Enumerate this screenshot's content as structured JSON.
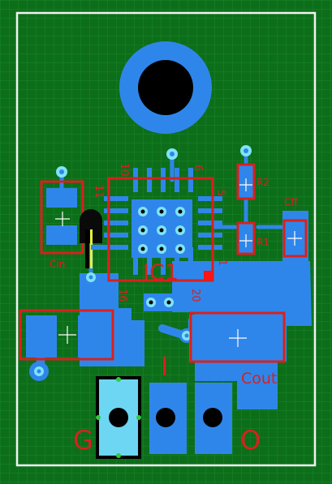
{
  "board": {
    "background": "#0d6e1a",
    "copper_color": "#2f86ea",
    "silk_outline_color": "#f2f2f2",
    "component_outline_color": "#d9201e",
    "via_color": "#7fe3f5",
    "selected_pad_color": "#6dd6f2",
    "grid": "on"
  },
  "labels": {
    "ic_pin_10": "10",
    "ic_pin_6": "6",
    "ic_pin_11": "11",
    "ic_pin_5": "5",
    "ic_pin_1": "1",
    "ic_pin_16": "16",
    "ic_pin_20": "20",
    "ic_designator": "IC1",
    "r2": "R2",
    "r1": "R1",
    "cff": "Cff",
    "cin": "Cin",
    "cout": "Cout",
    "terminal_g": "G",
    "terminal_i": "I",
    "terminal_o": "O"
  }
}
